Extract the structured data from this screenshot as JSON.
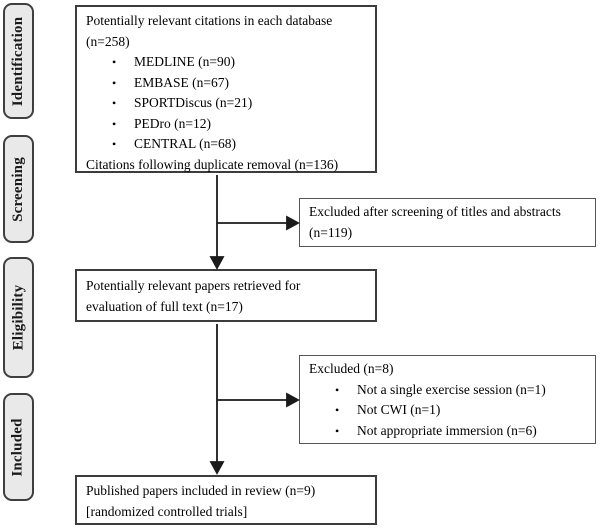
{
  "glyphs": {
    "bullet": "•"
  },
  "sidebar": {
    "labels": [
      "Identification",
      "Screening",
      "Eligibility",
      "Included"
    ]
  },
  "flow": {
    "identification_box": {
      "line1": "Potentially relevant citations in each database",
      "line2": "(n=258)",
      "items": [
        "MEDLINE (n=90)",
        "EMBASE (n=67)",
        "SPORTDiscus (n=21)",
        "PEDro (n=12)",
        "CENTRAL (n=68)"
      ],
      "footer": "Citations following duplicate removal (n=136)"
    },
    "excluded_screening_box": {
      "line1": "Excluded after screening of titles and abstracts",
      "line2": "(n=119)"
    },
    "full_text_box": {
      "line1": "Potentially relevant papers retrieved for",
      "line2": "evaluation of full text (n=17)"
    },
    "excluded_eligibility_box": {
      "title": "Excluded (n=8)",
      "items": [
        "Not a single exercise session (n=1)",
        "Not CWI (n=1)",
        "Not appropriate immersion (n=6)"
      ]
    },
    "included_box": {
      "line1": "Published papers included in review (n=9)",
      "line2": "[randomized controlled trials]"
    }
  },
  "colors": {
    "box_background": "#ffffff",
    "box_border": "#3c3c3c",
    "label_background": "#e9e9e9",
    "label_border": "#3f3f3f",
    "arrow": "#1a1a1a",
    "text": "#000000"
  }
}
